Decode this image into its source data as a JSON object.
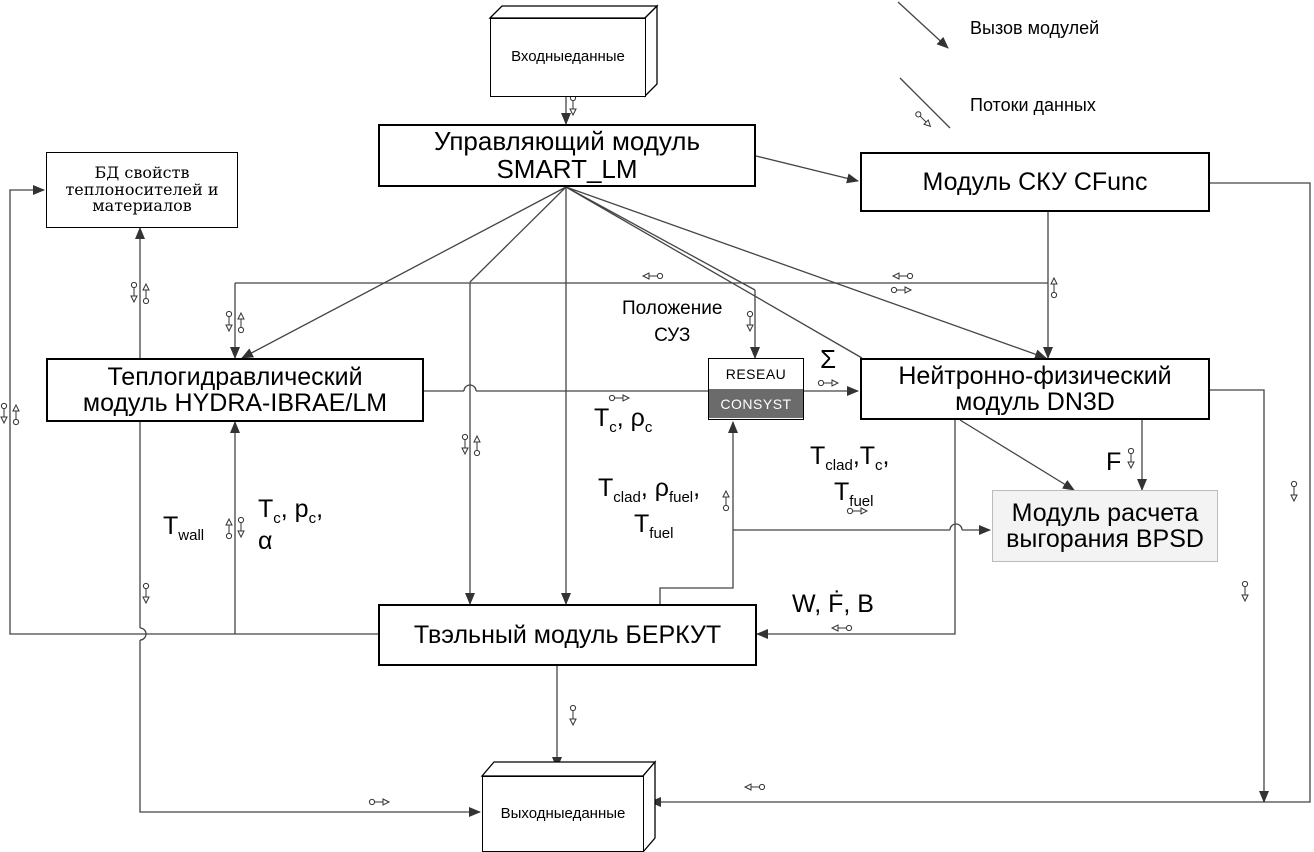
{
  "legend": {
    "calls": "Вызов модулей",
    "flows": "Потоки данных"
  },
  "nodes": {
    "input": {
      "line1": "Входные",
      "line2": "данные"
    },
    "control": {
      "line1": "Управляющий модуль",
      "line2": "SMART_LM"
    },
    "db": {
      "line1": "БД свойств",
      "line2": "теплоносителей и",
      "line3": "материалов"
    },
    "cfunc": {
      "line1": "Модуль СКУ CFunc"
    },
    "hydra": {
      "line1": "Теплогидравлический",
      "line2": "модуль HYDRA-IBRAE/LM"
    },
    "reseau": {
      "line1": "RESEAU"
    },
    "consyst": {
      "line1": "CONSYST"
    },
    "dn3d": {
      "line1": "Нейтронно-физический",
      "line2": "модуль DN3D"
    },
    "bpsd": {
      "line1": "Модуль расчета",
      "line2": "выгорания BPSD"
    },
    "berkut": {
      "line1": "Твэльный модуль БЕРКУТ"
    },
    "output": {
      "line1": "Выходные",
      "line2": "данные"
    }
  },
  "labels": {
    "suz_position": {
      "line1": "Положение",
      "line2": "СУЗ"
    },
    "sigma": "Σ",
    "tc_rho": {
      "t": "T",
      "t_sub": "c",
      "sep": ", ρ",
      "rho_sub": "c"
    },
    "twall": {
      "t": "T",
      "sub": "wall"
    },
    "tc_pc_alpha": {
      "t": "T",
      "t_sub": "c",
      "sep": ", p",
      "p_sub": "c",
      "comma": ",",
      "line2": "α"
    },
    "tclad_rhofuel": {
      "t": "T",
      "t_sub": "clad",
      "sep": ", ρ",
      "rho_sub": "fuel",
      "comma": ",",
      "t2": "T",
      "t2_sub": "fuel"
    },
    "tclad_tc": {
      "t": "T",
      "t_sub": "clad",
      "sep": ",T",
      "tc_sub": "c",
      "comma": ",",
      "t2": "T",
      "t2_sub": "fuel"
    },
    "f": "F",
    "wfb": "W, Ḟ, B"
  }
}
